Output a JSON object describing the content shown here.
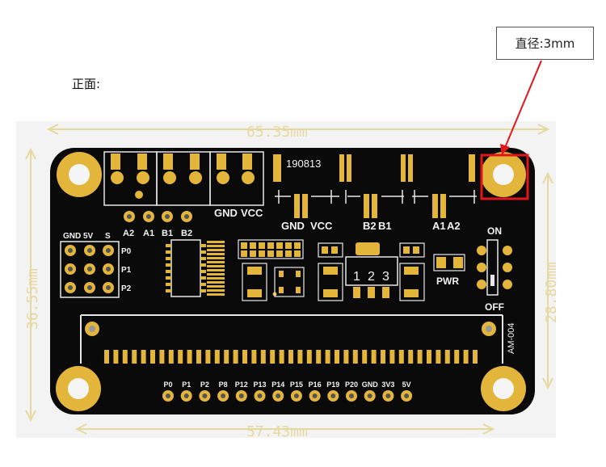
{
  "page": {
    "front_label": "正面:",
    "callout": "直径:3mm"
  },
  "dimensions": {
    "width_top": "65.35mm",
    "width_bottom": "57.43mm",
    "height_left": "36.55mm",
    "height_right": "28.80mm"
  },
  "board": {
    "date_code": "190813",
    "model": "AM-004",
    "motor_header_labels": [
      "A2",
      "A1",
      "B1",
      "B2"
    ],
    "power_labels": [
      "GND",
      "VCC"
    ],
    "cap_labels": [
      "GND",
      "VCC",
      "B2",
      "B1",
      "A1",
      "A2"
    ],
    "header_cols": [
      "GND",
      "5V",
      "S"
    ],
    "header_rows": [
      "P0",
      "P1",
      "P2"
    ],
    "regulator_pins": [
      "1",
      "2",
      "3"
    ],
    "pwr_label": "PWR",
    "switch_on": "ON",
    "switch_off": "OFF",
    "bottom_pins": [
      "P0",
      "P1",
      "P2",
      "P8",
      "P12",
      "P13",
      "P14",
      "P15",
      "P16",
      "P19",
      "P20",
      "GND",
      "3V3",
      "5V"
    ]
  },
  "colors": {
    "pcb": "#0a0a0a",
    "gold": "#e3b53a",
    "dimension": "#e6d9a0",
    "highlight": "#e0161b"
  }
}
